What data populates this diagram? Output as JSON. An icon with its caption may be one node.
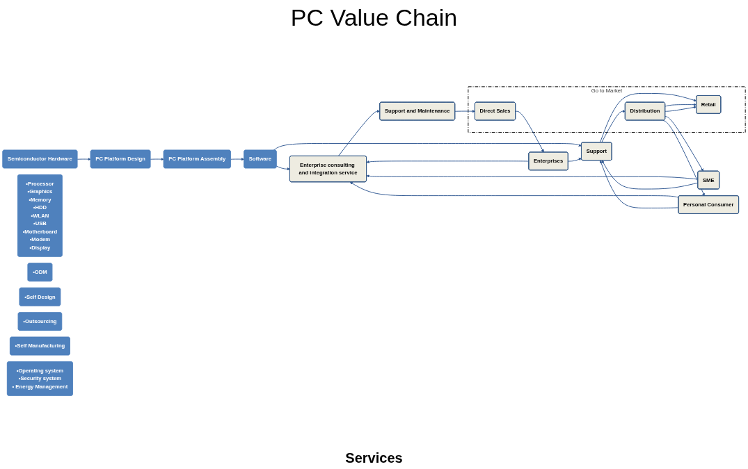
{
  "diagram": {
    "title": "PC Value Chain",
    "nodes": [
      {
        "text": [
          "Semiconductor Hardware"
        ]
      },
      {
        "text": [
          "•Processor",
          "•Graphics",
          "•Memory",
          "•HDD",
          "•WLAN",
          "•USB",
          "•Motherboard",
          "•Modem",
          "•Display"
        ]
      },
      {
        "text": [
          "PC Platform Design"
        ]
      },
      {
        "text": [
          "•ODM"
        ]
      },
      {
        "text": [
          "•Self Design"
        ]
      },
      {
        "text": [
          "PC Platform Assembly"
        ]
      },
      {
        "text": [
          "•Outsourcing"
        ]
      },
      {
        "text": [
          "•Self Manufacturing"
        ]
      },
      {
        "text": [
          "Software"
        ]
      },
      {
        "text": [
          "•Operating system",
          "•Security system",
          "• Energy Management"
        ]
      },
      {
        "text": [
          "Go to Market"
        ]
      },
      {
        "text": [
          "Enterprise consulting and integration service"
        ]
      },
      {
        "text": [
          "Support and Maintenance"
        ]
      },
      {
        "text": [
          "Direct Sales"
        ],
        "in": 10
      },
      {
        "text": [
          "Distribution"
        ],
        "in": 10
      },
      {
        "text": [
          "Retail"
        ],
        "in": 10
      },
      {
        "text": [
          "Support"
        ]
      },
      {
        "text": [
          "Enterprises"
        ]
      },
      {
        "text": [
          "SME"
        ]
      },
      {
        "text": [
          "Personal Consumer"
        ]
      }
    ],
    "edges": [
      {
        "from": 0,
        "to": 2,
        "arrow": "to"
      },
      {
        "from": 2,
        "to": 5,
        "arrow": "to"
      },
      {
        "from": 5,
        "to": 8,
        "arrow": "to"
      },
      {
        "from": 8,
        "to": 11,
        "arrow": "to"
      },
      {
        "from": 8,
        "to": 16,
        "arrow": "to"
      },
      {
        "from": 11,
        "to": 12,
        "arrow": "to"
      },
      {
        "from": 12,
        "to": 13,
        "arrow": "to"
      },
      {
        "from": 13,
        "to": 17,
        "arrow": "to"
      },
      {
        "from": 16,
        "to": 14,
        "arrow": "to"
      },
      {
        "from": 16,
        "to": 15,
        "arrow": "to"
      },
      {
        "from": 14,
        "to": 15,
        "arrow": "to"
      },
      {
        "from": 14,
        "to": 15,
        "arrow": "to"
      },
      {
        "from": 14,
        "to": 18,
        "arrow": "to"
      },
      {
        "from": 14,
        "to": 19,
        "arrow": "to"
      },
      {
        "from": 17,
        "to": 11,
        "arrow": "to"
      },
      {
        "from": 17,
        "to": 16,
        "arrow": "to"
      },
      {
        "from": 18,
        "to": 11,
        "arrow": "to"
      },
      {
        "from": 18,
        "to": 16,
        "arrow": "to"
      },
      {
        "from": 19,
        "to": 11,
        "arrow": "to"
      },
      {
        "from": 19,
        "to": 16,
        "arrow": "to"
      }
    ],
    "labels": [
      "Services"
    ]
  }
}
